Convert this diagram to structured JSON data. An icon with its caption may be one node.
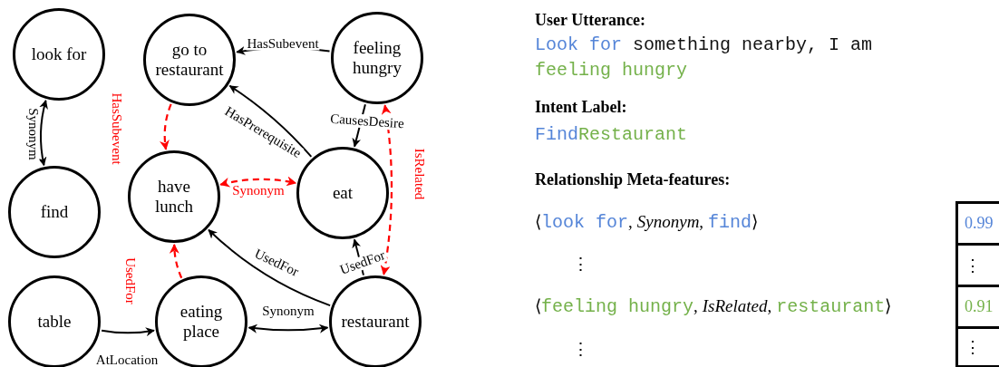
{
  "diagram": {
    "nodes": [
      {
        "text": [
          "look for"
        ]
      },
      {
        "text": [
          "go to restaurant"
        ]
      },
      {
        "text": [
          "feeling hungry"
        ]
      },
      {
        "text": [
          "find"
        ]
      },
      {
        "text": [
          "have lunch"
        ]
      },
      {
        "text": [
          "eat"
        ]
      },
      {
        "text": [
          "table"
        ]
      },
      {
        "text": [
          "eating place"
        ]
      },
      {
        "text": [
          "restaurant"
        ]
      }
    ],
    "edges": [
      {
        "from": 0,
        "to": 3,
        "arrow": "both",
        "label": "Synonym"
      },
      {
        "from": 2,
        "to": 1,
        "arrow": "to",
        "label": "HasSubevent"
      },
      {
        "from": 5,
        "to": 1,
        "arrow": "to",
        "label": "HasPrerequisite"
      },
      {
        "from": 2,
        "to": 5,
        "arrow": "to",
        "label": "CausesDesire"
      },
      {
        "from": 1,
        "to": 4,
        "arrow": "to",
        "label": "HasSubevent",
        "style": "dashed",
        "color": "#ff0000"
      },
      {
        "from": 4,
        "to": 5,
        "arrow": "both",
        "label": "Synonym",
        "style": "dashed",
        "color": "#ff0000"
      },
      {
        "from": 2,
        "to": 8,
        "arrow": "both",
        "label": "IsRelated",
        "style": "dashed",
        "color": "#ff0000"
      },
      {
        "from": 8,
        "to": 4,
        "arrow": "to",
        "label": "UsedFor"
      },
      {
        "from": 8,
        "to": 5,
        "arrow": "to",
        "label": "UsedFor"
      },
      {
        "from": 7,
        "to": 4,
        "arrow": "to",
        "label": "UsedFor",
        "style": "dashed",
        "color": "#ff0000"
      },
      {
        "from": 7,
        "to": 8,
        "arrow": "both",
        "label": "Synonym"
      },
      {
        "from": 6,
        "to": 7,
        "arrow": "to",
        "label": "AtLocation"
      }
    ],
    "labels": [
      "User Utterance:",
      "Look for",
      "something nearby, I am",
      "feeling hungry",
      "Intent Label:",
      "Find",
      "Restaurant",
      "Relationship Meta-features:",
      "⟨",
      "look for",
      ",",
      "Synonym",
      ",",
      "find",
      "⟩",
      "0.99",
      "⋮",
      "⋮",
      "⟨",
      "feeling hungry",
      ",",
      "IsRelated",
      ",",
      "restaurant",
      "⟩",
      "0.91",
      "⋮",
      "⋮"
    ]
  }
}
